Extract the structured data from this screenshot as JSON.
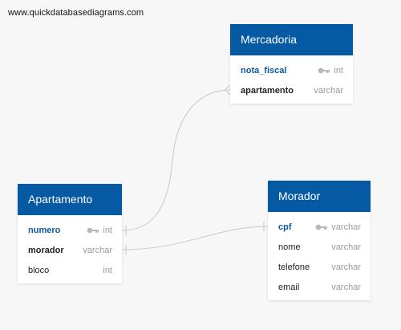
{
  "watermark": "www.quickdatabasediagrams.com",
  "tables": {
    "mercadoria": {
      "title": "Mercadoria",
      "fields": [
        {
          "name": "nota_fiscal",
          "type": "int"
        },
        {
          "name": "apartamento",
          "type": "varchar"
        }
      ]
    },
    "apartamento": {
      "title": "Apartamento",
      "fields": [
        {
          "name": "numero",
          "type": "int"
        },
        {
          "name": "morador",
          "type": "varchar"
        },
        {
          "name": "bloco",
          "type": "int"
        }
      ]
    },
    "morador": {
      "title": "Morador",
      "fields": [
        {
          "name": "cpf",
          "type": "varchar"
        },
        {
          "name": "nome",
          "type": "varchar"
        },
        {
          "name": "telefone",
          "type": "varchar"
        },
        {
          "name": "email",
          "type": "varchar"
        }
      ]
    }
  },
  "colors": {
    "header": "#0659a3",
    "primary_key": "#0a5aa6",
    "connector": "#c8c8c8"
  },
  "icons": {
    "primary_key": "key-icon"
  }
}
